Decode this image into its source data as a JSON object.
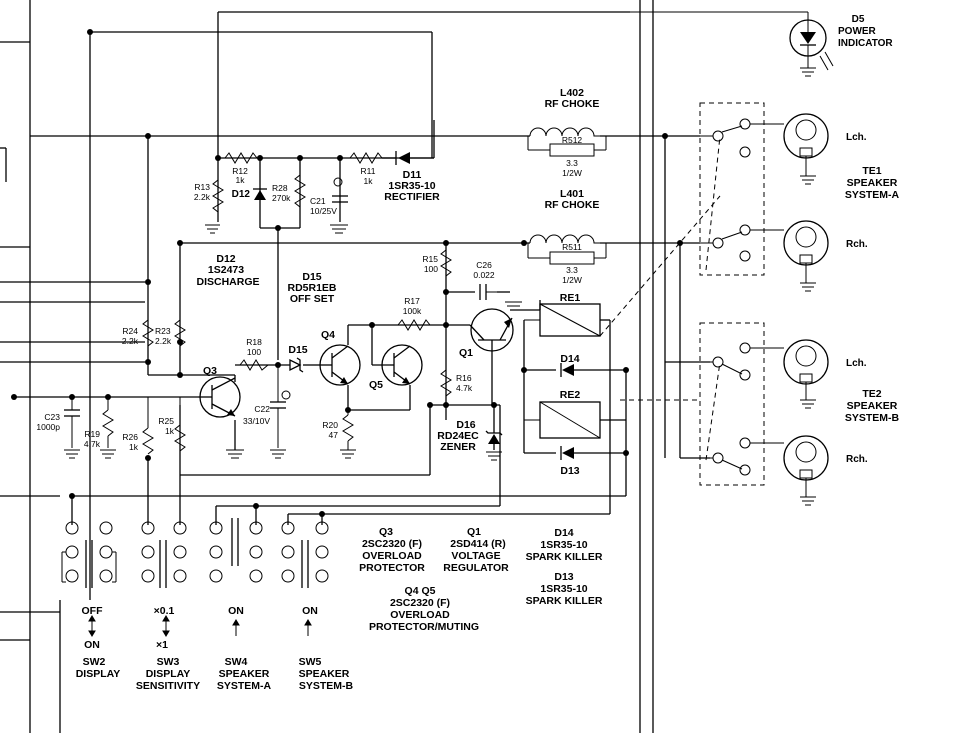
{
  "components": {
    "d5": {
      "ref": "D5",
      "desc1": "POWER",
      "desc2": "INDICATOR"
    },
    "l402": {
      "ref": "L402",
      "desc": "RF  CHOKE"
    },
    "l401": {
      "ref": "L401",
      "desc": "RF  CHOKE"
    },
    "r512": {
      "ref": "R512",
      "value": "3.3",
      "power": "1/2W"
    },
    "r511": {
      "ref": "R511",
      "value": "3.3",
      "power": "1/2W"
    },
    "r12": {
      "ref": "R12",
      "value": "1k"
    },
    "r13": {
      "ref": "R13",
      "value": "2.2k"
    },
    "d12": {
      "ref": "D12"
    },
    "r28": {
      "ref": "R28",
      "value": "270k"
    },
    "c21": {
      "ref": "C21",
      "value": "10/25V"
    },
    "r11": {
      "ref": "R11",
      "value": "1k"
    },
    "d11": {
      "ref": "D11",
      "part": "1SR35-10",
      "desc": "RECTIFIER"
    },
    "d12_note": {
      "ref": "D12",
      "part": "1S2473",
      "desc": "DISCHARGE"
    },
    "d15": {
      "ref": "D15",
      "part": "RD5R1EB",
      "desc": "OFF SET"
    },
    "r15": {
      "ref": "R15",
      "value": "100"
    },
    "c26": {
      "ref": "C26",
      "value": "0.022"
    },
    "r17": {
      "ref": "R17",
      "value": "100k"
    },
    "re1": {
      "ref": "RE1"
    },
    "re2": {
      "ref": "RE2"
    },
    "d14": {
      "ref": "D14"
    },
    "d13": {
      "ref": "D13"
    },
    "q1": {
      "ref": "Q1"
    },
    "q3": {
      "ref": "Q3"
    },
    "q4": {
      "ref": "Q4"
    },
    "q5": {
      "ref": "Q5"
    },
    "r24": {
      "ref": "R24",
      "value": "2.2k"
    },
    "r23": {
      "ref": "R23",
      "value": "2.2k"
    },
    "r18": {
      "ref": "R18",
      "value": "100"
    },
    "r16": {
      "ref": "R16",
      "value": "4.7k"
    },
    "d16": {
      "ref": "D16",
      "part": "RD24EC",
      "desc": "ZENER"
    },
    "c23": {
      "ref": "C23",
      "value": "1000p"
    },
    "r19": {
      "ref": "R19",
      "value": "4.7k"
    },
    "r26": {
      "ref": "R26",
      "value": "1k"
    },
    "r25": {
      "ref": "R25",
      "value": "1k"
    },
    "c22": {
      "ref": "C22",
      "value": "33/10V"
    },
    "r20": {
      "ref": "R20",
      "value": "47"
    }
  },
  "terminals": {
    "te1": {
      "ref": "TE1",
      "line1": "SPEAKER",
      "line2": "SYSTEM-A",
      "lch": "Lch.",
      "rch": "Rch."
    },
    "te2": {
      "ref": "TE2",
      "line1": "SPEAKER",
      "line2": "SYSTEM-B",
      "lch": "Lch.",
      "rch": "Rch."
    }
  },
  "parts_list": {
    "q3": {
      "ref": "Q3",
      "part": "2SC2320 (F)",
      "line1": "OVERLOAD",
      "line2": "PROTECTOR"
    },
    "q1": {
      "ref": "Q1",
      "part": "2SD414 (R)",
      "line1": "VOLTAGE",
      "line2": "REGULATOR"
    },
    "d14": {
      "ref": "D14",
      "part": "1SR35-10",
      "line1": "SPARK KILLER"
    },
    "d13": {
      "ref": "D13",
      "part": "1SR35-10",
      "line1": "SPARK KILLER"
    },
    "q4q5": {
      "ref": "Q4  Q5",
      "part": "2SC2320 (F)",
      "line1": "OVERLOAD",
      "line2": "PROTECTOR/MUTING"
    }
  },
  "switches": [
    {
      "ref": "SW2",
      "func": "DISPLAY",
      "func2": "",
      "pos_top": "OFF",
      "pos_bottom": "ON"
    },
    {
      "ref": "SW3",
      "func": "DISPLAY",
      "func2": "SENSITIVITY",
      "pos_top": "×0.1",
      "pos_bottom": "×1"
    },
    {
      "ref": "SW4",
      "func": "SPEAKER",
      "func2": "SYSTEM-A",
      "pos_top": "ON",
      "pos_bottom": ""
    },
    {
      "ref": "SW5",
      "func": "SPEAKER",
      "func2": "SYSTEM-B",
      "pos_top": "ON",
      "pos_bottom": ""
    }
  ]
}
